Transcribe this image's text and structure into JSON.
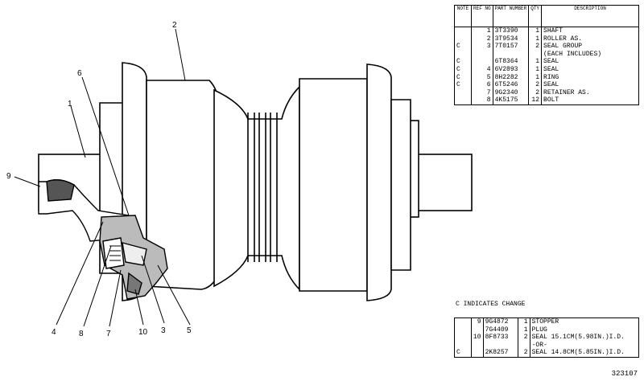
{
  "callouts": [
    "1",
    "2",
    "3",
    "4",
    "5",
    "6",
    "7",
    "8",
    "9",
    "10"
  ],
  "table_top": {
    "headers": {
      "note": "NOTE",
      "ref": "REF NO",
      "part": "PART NUMBER",
      "qty": "QTY",
      "desc": "DESCRIPTION"
    },
    "rows": [
      {
        "note": "",
        "ref": "1",
        "part": "3T3390",
        "qty": "1",
        "desc": "SHAFT"
      },
      {
        "note": "",
        "ref": "2",
        "part": "3T9534",
        "qty": "1",
        "desc": "ROLLER AS."
      },
      {
        "note": "C",
        "ref": "3",
        "part": "7T0157",
        "qty": "2",
        "desc": "SEAL GROUP"
      },
      {
        "note": "",
        "ref": "",
        "part": "",
        "qty": "",
        "desc": "(EACH INCLUDES)"
      },
      {
        "note": "C",
        "ref": "",
        "part": "6T8364",
        "qty": "1",
        "desc": "SEAL"
      },
      {
        "note": "C",
        "ref": "4",
        "part": "6V2893",
        "qty": "1",
        "desc": "SEAL"
      },
      {
        "note": "C",
        "ref": "5",
        "part": "8H2282",
        "qty": "1",
        "desc": "RING"
      },
      {
        "note": "C",
        "ref": "6",
        "part": "6T5246",
        "qty": "2",
        "desc": "SEAL"
      },
      {
        "note": "",
        "ref": "7",
        "part": "9G2340",
        "qty": "2",
        "desc": "RETAINER AS."
      },
      {
        "note": "",
        "ref": "8",
        "part": "4K5175",
        "qty": "12",
        "desc": "BOLT"
      }
    ]
  },
  "change_note": "C  INDICATES CHANGE",
  "table_bottom": {
    "rows": [
      {
        "note": "",
        "ref": "9",
        "part": "9G4872",
        "qty": "1",
        "desc": "STOPPER"
      },
      {
        "note": "",
        "ref": "",
        "part": "7G4409",
        "qty": "1",
        "desc": "PLUG"
      },
      {
        "note": "",
        "ref": "10",
        "part": "8F8733",
        "qty": "2",
        "desc": "SEAL  15.1CM(5.98IN.)I.D."
      },
      {
        "note": "",
        "ref": "",
        "part": "",
        "qty": "",
        "desc": "-OR-"
      },
      {
        "note": "C",
        "ref": "",
        "part": "2K8257",
        "qty": "2",
        "desc": "SEAL  14.8CM(5.85IN.)I.D."
      }
    ]
  },
  "figure_number": "323107"
}
